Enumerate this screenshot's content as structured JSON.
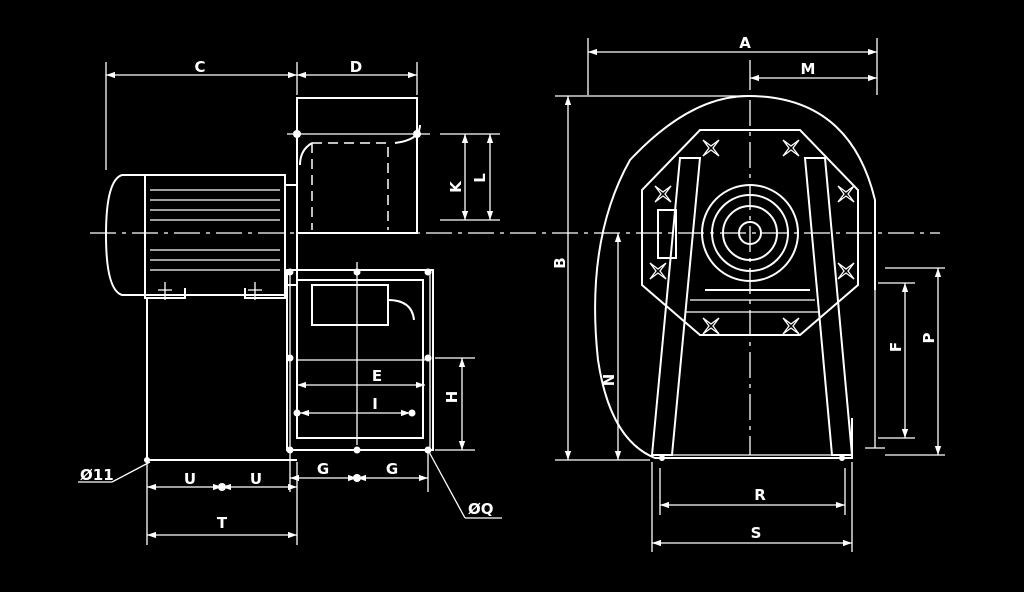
{
  "drawing": {
    "colors": {
      "background": "#000000",
      "line": "#ffffff"
    },
    "side_view_labels": {
      "c": "C",
      "d": "D",
      "k": "K",
      "l": "L",
      "e": "E",
      "i": "I",
      "h": "H",
      "g1": "G",
      "g2": "G",
      "u1": "U",
      "u2": "U",
      "t": "T",
      "hole_11": "Ø11",
      "hole_q": "ØQ"
    },
    "front_view_labels": {
      "a": "A",
      "m": "M",
      "b": "B",
      "n": "N",
      "f": "F",
      "p": "P",
      "r": "R",
      "s": "S"
    }
  }
}
